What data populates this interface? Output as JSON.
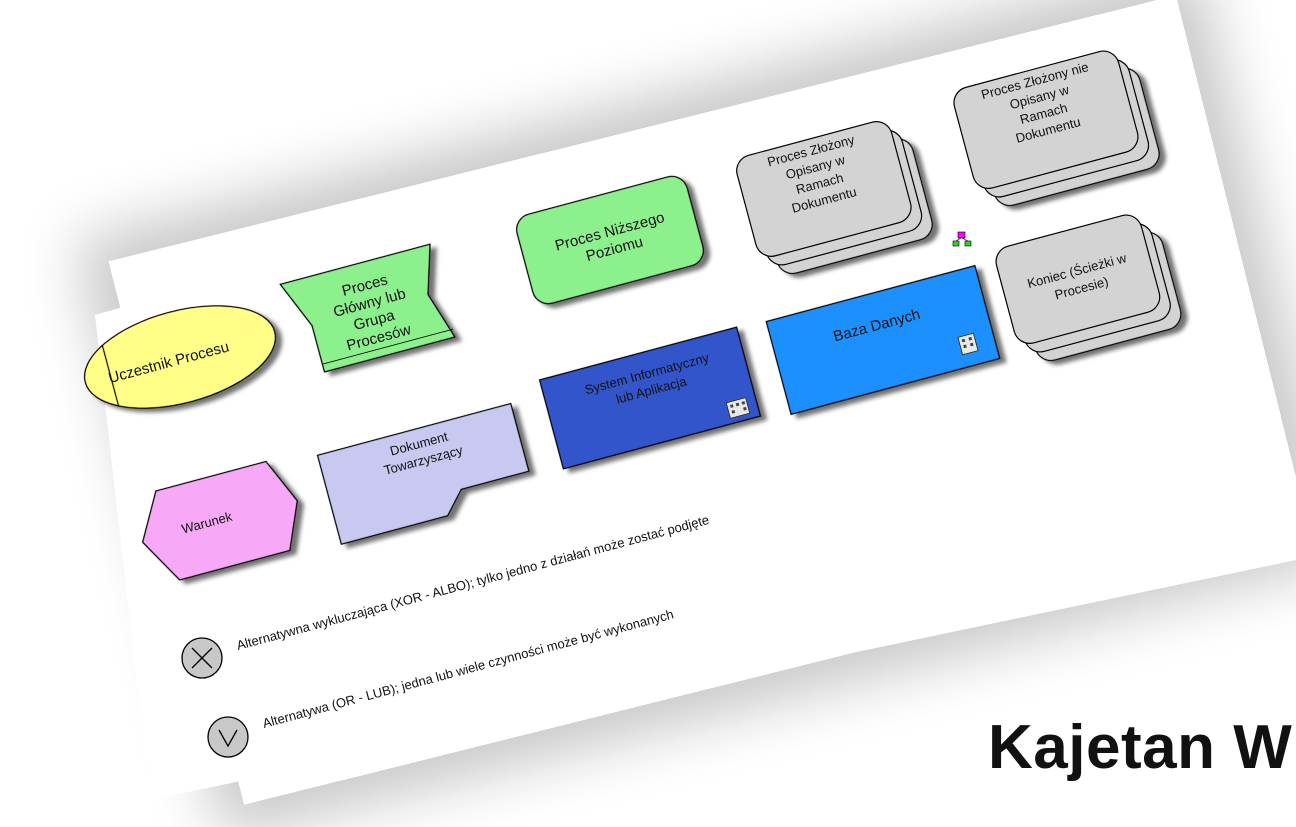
{
  "shapes": {
    "uczestnik": "Uczestnik Procesu",
    "proces_glowny": [
      "Proces",
      "Główny lub",
      "Grupa",
      "Procesów"
    ],
    "proces_nizszego": [
      "Proces Niższego",
      "Poziomu"
    ],
    "zlozony_opisany": [
      "Proces Złożony",
      "Opisany w",
      "Ramach",
      "Dokumentu"
    ],
    "zlozony_nieopisany": [
      "Proces Złożony nie",
      "Opisany w",
      "Ramach",
      "Dokumentu"
    ],
    "koniec": [
      "Koniec (Ścieżki w",
      "Procesie)"
    ],
    "baza": "Baza Danych",
    "system": [
      "System Informatyczny",
      "lub Aplikacja"
    ],
    "dokument": [
      "Dokument",
      "Towarzyszący"
    ],
    "warunek": "Warunek"
  },
  "legend": {
    "xor": "Alternatywna wykluczająca (XOR - ALBO); tylko jedno z działań może zostać podjęte",
    "or": "Alternatywa (OR - LUB); jedna lub wiele czynności może być wykonanych"
  },
  "author": "Kajetan W",
  "colors": {
    "uczestnik": "#ffff88",
    "proces_glowny": "#8cf08c",
    "proces_nizszego": "#8cf08c",
    "zlozony": "#d3d3d3",
    "baza": "#1e90ff",
    "system": "#3355cc",
    "dokument": "#c8c8f0",
    "warunek": "#f7a8f7",
    "connector": "#c8c8c8"
  }
}
